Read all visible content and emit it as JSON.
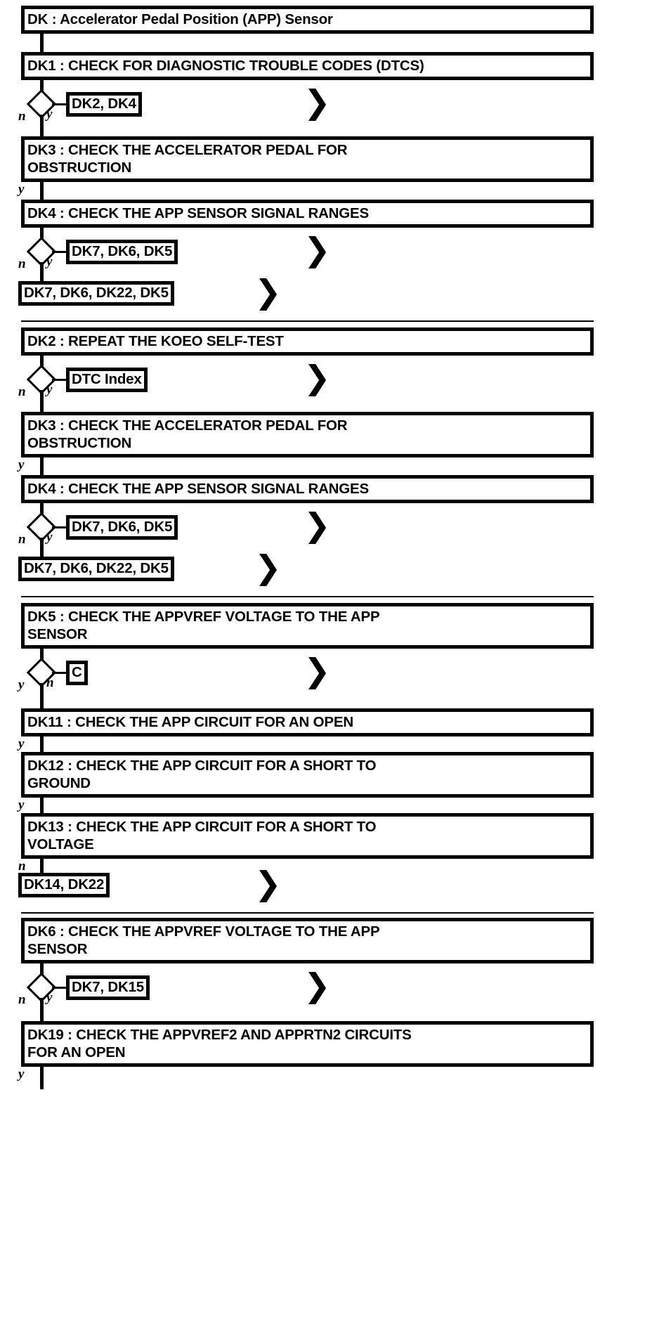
{
  "diagram": {
    "type": "flowchart",
    "title": "DK : Accelerator Pedal Position (APP) Sensor",
    "labels": {
      "yes": "y",
      "no": "n",
      "goto_marker": ">"
    },
    "groups": [
      {
        "id": "group-1",
        "nodes": [
          {
            "kind": "title",
            "text": "DK : Accelerator Pedal Position (APP) Sensor"
          },
          {
            "kind": "step",
            "text": "DK1 : CHECK FOR DIAGNOSTIC TROUBLE CODES (DTCS)"
          },
          {
            "kind": "decision",
            "yes_target": "DK2, DK4",
            "no_label": "n",
            "yes_label": "y"
          },
          {
            "kind": "step",
            "text": "DK3 : CHECK THE ACCELERATOR PEDAL FOR\nOBSTRUCTION",
            "in_label": "y"
          },
          {
            "kind": "step",
            "text": "DK4 : CHECK THE APP SENSOR SIGNAL RANGES"
          },
          {
            "kind": "decision",
            "yes_target": "DK7, DK6, DK5",
            "no_label": "n",
            "yes_label": "y"
          },
          {
            "kind": "terminal",
            "text": "DK7, DK6, DK22, DK5"
          }
        ]
      },
      {
        "id": "group-2",
        "nodes": [
          {
            "kind": "step",
            "text": "DK2 : REPEAT THE KOEO SELF-TEST"
          },
          {
            "kind": "decision",
            "yes_target": "DTC Index",
            "no_label": "n",
            "yes_label": "y"
          },
          {
            "kind": "step",
            "text": "DK3 : CHECK THE ACCELERATOR PEDAL FOR\nOBSTRUCTION",
            "in_label": "y"
          },
          {
            "kind": "step",
            "text": "DK4 : CHECK THE APP SENSOR SIGNAL RANGES"
          },
          {
            "kind": "decision",
            "yes_target": "DK7, DK6, DK5",
            "no_label": "n",
            "yes_label": "y"
          },
          {
            "kind": "terminal",
            "text": "DK7, DK6, DK22, DK5"
          }
        ]
      },
      {
        "id": "group-3",
        "nodes": [
          {
            "kind": "step",
            "text": "DK5 : CHECK THE APPVREF VOLTAGE TO THE APP\nSENSOR"
          },
          {
            "kind": "decision",
            "yes_target": "C",
            "no_label": "y",
            "yes_label": "n"
          },
          {
            "kind": "step",
            "text": "DK11 : CHECK THE APP CIRCUIT FOR AN OPEN",
            "in_label": "y"
          },
          {
            "kind": "step",
            "text": "DK12 : CHECK THE APP CIRCUIT FOR A SHORT TO\nGROUND",
            "in_label": "y"
          },
          {
            "kind": "step",
            "text": "DK13 : CHECK THE APP CIRCUIT FOR A SHORT TO\nVOLTAGE",
            "in_label": "y"
          },
          {
            "kind": "terminal",
            "text": "DK14, DK22",
            "in_label": "n"
          }
        ]
      },
      {
        "id": "group-4",
        "nodes": [
          {
            "kind": "step",
            "text": "DK6 : CHECK THE APPVREF VOLTAGE TO THE APP\nSENSOR"
          },
          {
            "kind": "decision",
            "yes_target": "DK7, DK15",
            "no_label": "n",
            "yes_label": "y"
          },
          {
            "kind": "step",
            "text": "DK19 : CHECK THE APPVREF2 AND APPRTN2 CIRCUITS\nFOR AN OPEN"
          },
          {
            "kind": "edge_only",
            "in_label": "y"
          }
        ]
      }
    ]
  },
  "texts": {
    "t_title": "DK : Accelerator Pedal Position (APP) Sensor",
    "t_dk1": "DK1 : CHECK FOR DIAGNOSTIC TROUBLE CODES (DTCS)",
    "r_dk2_dk4": "DK2, DK4",
    "t_dk3_a": "DK3 : CHECK THE ACCELERATOR PEDAL FOR\nOBSTRUCTION",
    "t_dk4_a": "DK4 : CHECK THE APP SENSOR SIGNAL RANGES",
    "r_dk7_dk6_dk5_a": "DK7, DK6, DK5",
    "r_dk7_dk6_dk22_dk5_a": "DK7, DK6, DK22, DK5",
    "t_dk2": "DK2 : REPEAT THE KOEO SELF-TEST",
    "r_dtc_index": "DTC Index",
    "t_dk3_b": "DK3 : CHECK THE ACCELERATOR PEDAL FOR\nOBSTRUCTION",
    "t_dk4_b": "DK4 : CHECK THE APP SENSOR SIGNAL RANGES",
    "r_dk7_dk6_dk5_b": "DK7, DK6, DK5",
    "r_dk7_dk6_dk22_dk5_b": "DK7, DK6, DK22, DK5",
    "t_dk5": "DK5 : CHECK THE APPVREF VOLTAGE TO THE APP\nSENSOR",
    "r_c": "C",
    "t_dk11": "DK11 : CHECK THE APP CIRCUIT FOR AN OPEN",
    "t_dk12": "DK12 : CHECK THE APP CIRCUIT FOR A SHORT TO\nGROUND",
    "t_dk13": "DK13 : CHECK THE APP CIRCUIT FOR A SHORT TO\nVOLTAGE",
    "r_dk14_dk22": "DK14, DK22",
    "t_dk6": "DK6 : CHECK THE APPVREF VOLTAGE TO THE APP\nSENSOR",
    "r_dk7_dk15": "DK7, DK15",
    "t_dk19": "DK19 : CHECK THE APPVREF2 AND APPRTN2 CIRCUITS\nFOR AN OPEN",
    "y": "y",
    "n": "n",
    "chev": "❯"
  }
}
